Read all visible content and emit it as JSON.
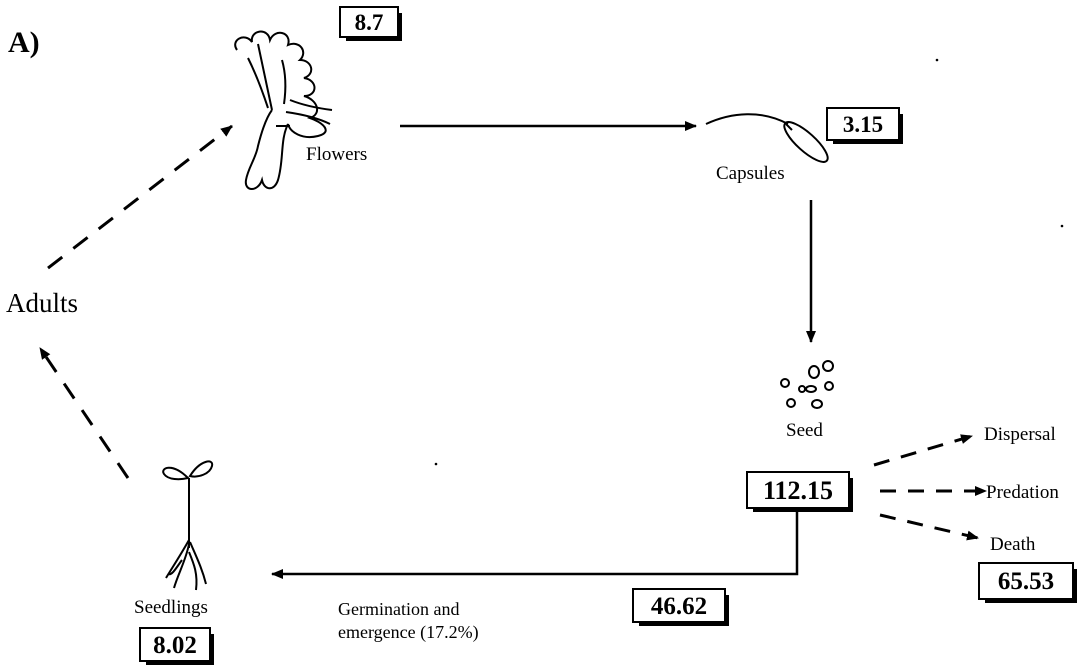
{
  "panel_label": "A)",
  "stages": {
    "flowers": {
      "label": "Flowers",
      "value": "8.7"
    },
    "capsules": {
      "label": "Capsules",
      "value": "3.15"
    },
    "seed": {
      "label": "Seed",
      "value": "112.15"
    },
    "seedlings": {
      "label": "Seedlings",
      "value": "8.02"
    },
    "adults": {
      "label": "Adults"
    }
  },
  "fates": {
    "dispersal": "Dispersal",
    "predation": "Predation",
    "death": {
      "label": "Death",
      "value": "65.53"
    }
  },
  "germination": {
    "label_line1": "Germination and",
    "label_line2": "emergence (17.2%)",
    "value": "46.62"
  }
}
